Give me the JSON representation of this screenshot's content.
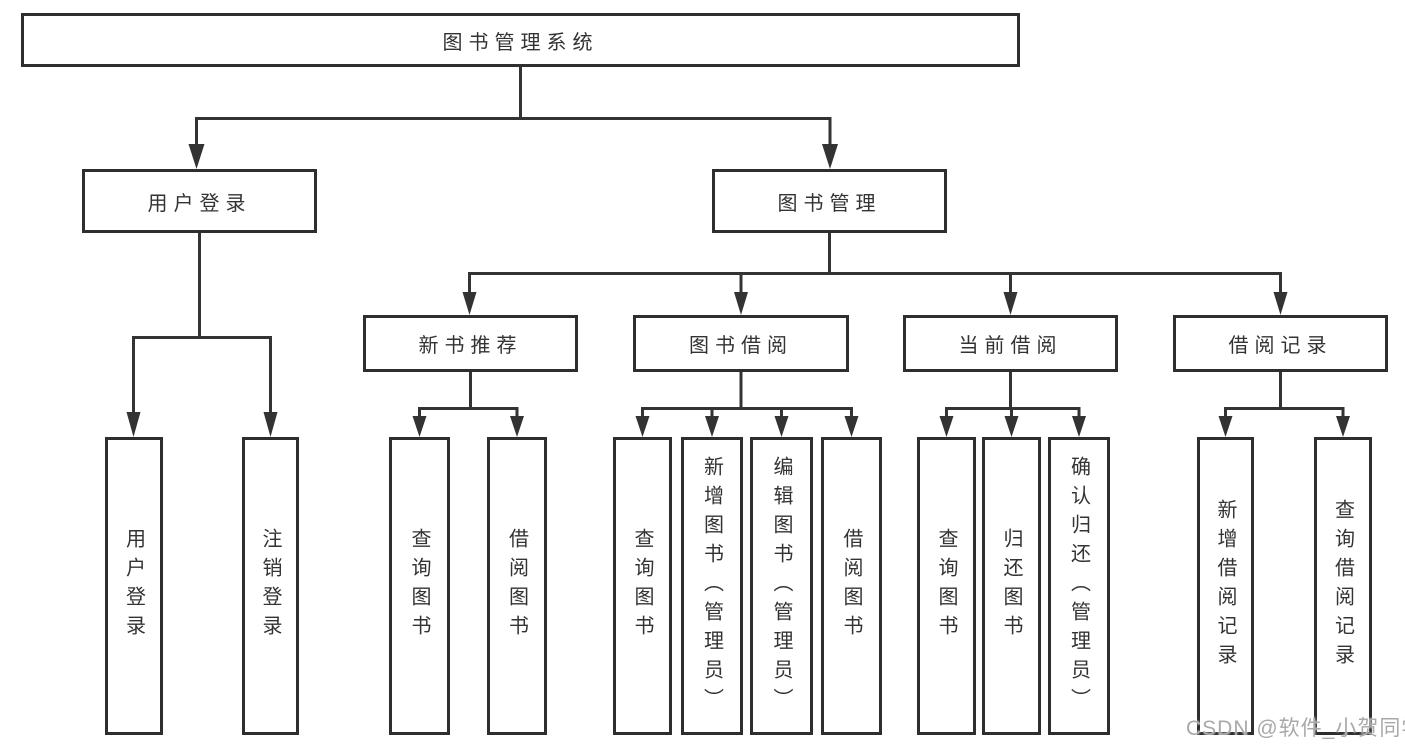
{
  "diagram": {
    "background": "#ffffff",
    "line_color": "#333333",
    "text_color": "#333333",
    "watermark": {
      "text": "CSDN @软件_小贺同学",
      "color": "#a9a9a9"
    },
    "tree": {
      "label": "图书管理系统",
      "children": [
        {
          "label": "用户登录",
          "children": [
            {
              "label": "用户登录"
            },
            {
              "label": "注销登录"
            }
          ]
        },
        {
          "label": "图书管理",
          "children": [
            {
              "label": "新书推荐",
              "children": [
                {
                  "label": "查询图书"
                },
                {
                  "label": "借阅图书"
                }
              ]
            },
            {
              "label": "图书借阅",
              "children": [
                {
                  "label": "查询图书"
                },
                {
                  "label": "新增图书（管理员）"
                },
                {
                  "label": "编辑图书（管理员）"
                },
                {
                  "label": "借阅图书"
                }
              ]
            },
            {
              "label": "当前借阅",
              "children": [
                {
                  "label": "查询图书"
                },
                {
                  "label": "归还图书"
                },
                {
                  "label": "确认归还（管理员）"
                }
              ]
            },
            {
              "label": "借阅记录",
              "children": [
                {
                  "label": "新增借阅记录"
                },
                {
                  "label": "查询借阅记录"
                }
              ]
            }
          ]
        }
      ]
    }
  }
}
